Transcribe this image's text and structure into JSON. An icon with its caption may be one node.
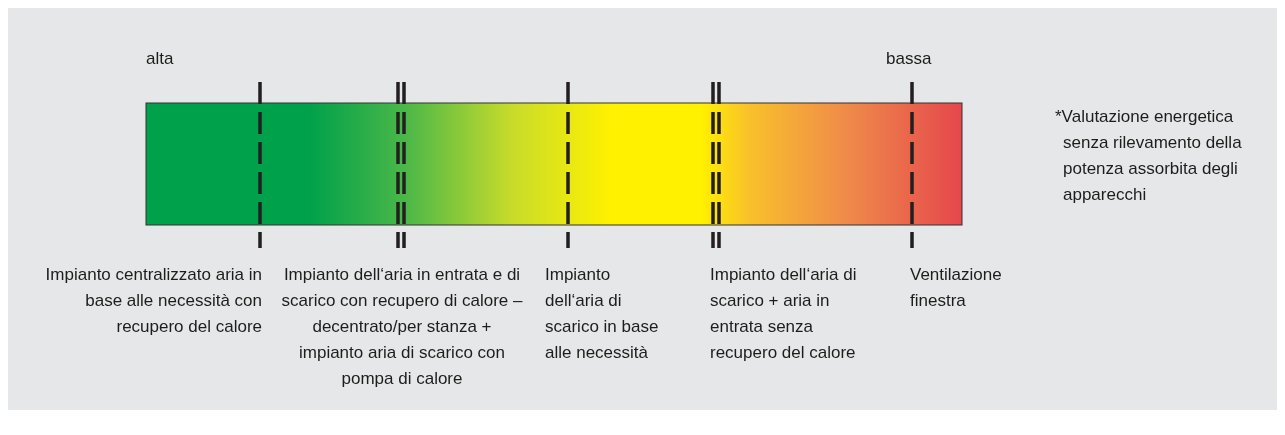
{
  "diagram": {
    "labels": [
      "alta",
      "bassa",
      "Impianto centralizzato aria in base alle necessità con recupero del calore",
      "Impianto dell‘aria in entrata e di scarico con recupero di calore – decentrato/per stanza + impianto aria di scarico con pompa di calore",
      "Impianto dell‘aria di scarico in base alle necessità",
      "Impianto dell‘aria di scarico + aria in entrata senza recupero del calore",
      "Ventilazione finestra",
      "*Valutazione energetica senza rilevamento della potenza assorbita degli apparecchi"
    ]
  }
}
